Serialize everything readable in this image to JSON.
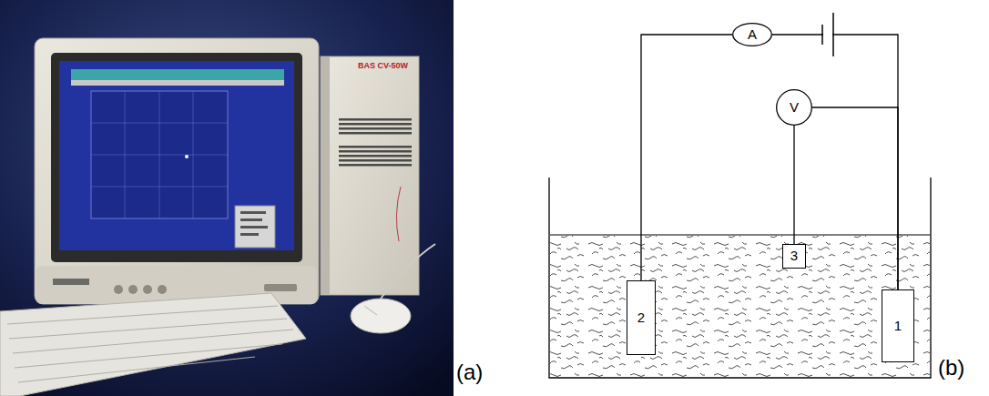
{
  "diagram": {
    "nodes": [
      {
        "text": [
          "A"
        ]
      },
      {
        "text": [
          "V"
        ]
      },
      {
        "text": [
          "2"
        ]
      },
      {
        "text": [
          "3"
        ]
      },
      {
        "text": [
          "1"
        ]
      }
    ],
    "edges": [
      {
        "from": 2,
        "to": 0,
        "arrow": "none"
      },
      {
        "from": 0,
        "to": 4,
        "arrow": "none"
      },
      {
        "from": 1,
        "to": 3,
        "arrow": "none"
      },
      {
        "from": 1,
        "to": 4,
        "arrow": "none"
      }
    ],
    "labels": [
      "BAS CV-50W",
      "(a)",
      "(b)"
    ]
  }
}
